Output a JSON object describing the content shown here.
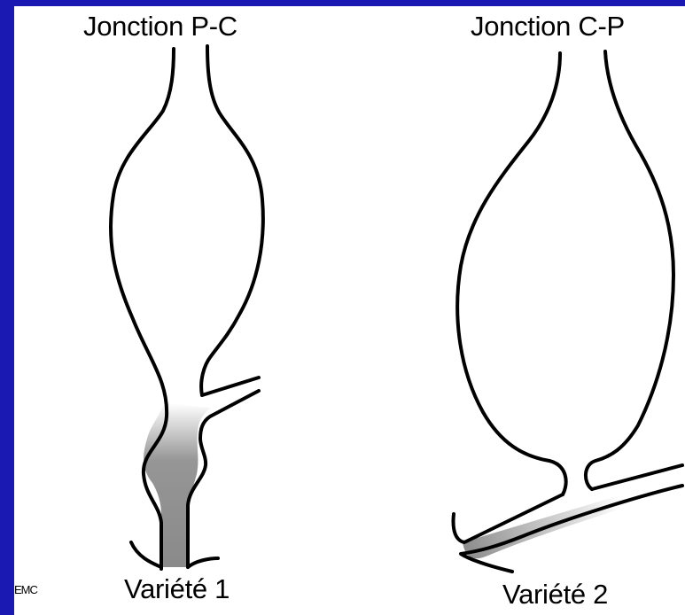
{
  "left_diagram": {
    "title": "Jonction P-C",
    "caption": "Variété 1"
  },
  "right_diagram": {
    "title": "Jonction C-P",
    "caption": "Variété 2"
  },
  "watermark": "EMC",
  "colors": {
    "background": "#1a1ab3",
    "panel": "#ffffff",
    "stroke": "#000000",
    "shading": "#8a8a8a"
  }
}
